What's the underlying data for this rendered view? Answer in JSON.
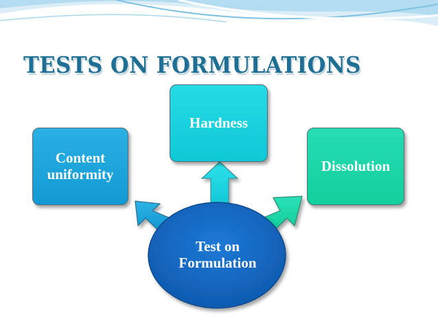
{
  "slide": {
    "title": "TESTS ON FORMULATIONS"
  },
  "diagram": {
    "center": {
      "label": "Test on Formulation",
      "color": "#1567c2"
    },
    "nodes": [
      {
        "id": "content",
        "label": "Content uniformity",
        "color": "#1ba4dc"
      },
      {
        "id": "hardness",
        "label": "Hardness",
        "color": "#17d0dc"
      },
      {
        "id": "dissolution",
        "label": "Dissolution",
        "color": "#18d3a5"
      }
    ]
  },
  "theme": {
    "title_color": "#1f6f95",
    "arrow_left_color": "#1aa6de",
    "arrow_up_color": "#1dd6e2",
    "arrow_right_color": "#1bd4a8"
  }
}
